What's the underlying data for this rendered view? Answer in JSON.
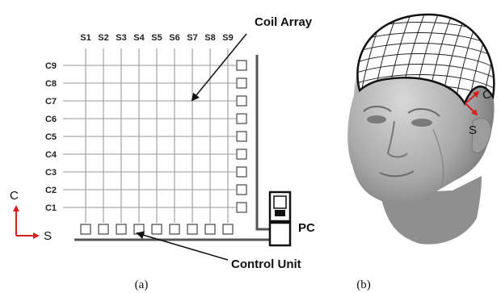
{
  "panel_a": {
    "column_labels": [
      "S1",
      "S2",
      "S3",
      "S4",
      "S5",
      "S6",
      "S7",
      "S8",
      "S9"
    ],
    "row_labels": [
      "C9",
      "C8",
      "C7",
      "C6",
      "C5",
      "C4",
      "C3",
      "C2",
      "C1"
    ],
    "coil_array_label": "Coil Array",
    "control_unit_label": "Control Unit",
    "pc_label": "PC",
    "axis_c": "C",
    "axis_s": "S",
    "caption": "(a)",
    "colors": {
      "grid": "#9a9a9a",
      "arrow": "#d42020",
      "bus": "#555555"
    }
  },
  "panel_b": {
    "axis_c": "C",
    "axis_s": "S",
    "caption": "(b)"
  }
}
